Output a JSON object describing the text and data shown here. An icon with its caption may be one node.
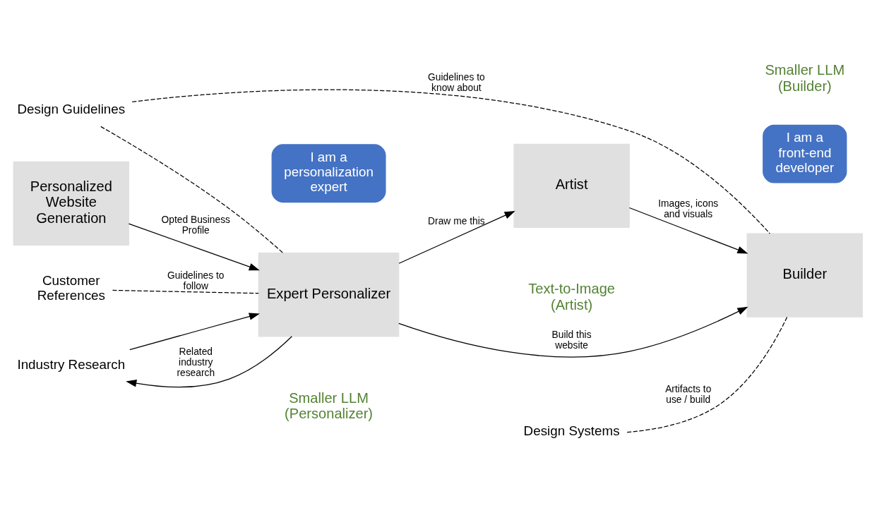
{
  "diagram": {
    "nodes": [
      {
        "text": [
          "Personalized Website Generation"
        ]
      },
      {
        "text": [
          "Expert Personalizer"
        ]
      },
      {
        "text": [
          "Industry Research"
        ]
      },
      {
        "text": [
          "Artist"
        ]
      },
      {
        "text": [
          "Builder"
        ]
      },
      {
        "text": [
          "Customer References"
        ]
      },
      {
        "text": [
          "Design Guidelines"
        ]
      },
      {
        "text": [
          "Design Systems"
        ]
      },
      {
        "text": [
          "I am a personalization expert"
        ]
      },
      {
        "text": [
          "Text-to-Image (Artist)"
        ]
      },
      {
        "text": [
          "Smaller LLM (Personalizer)"
        ]
      },
      {
        "text": [
          "I am a front-end developer"
        ]
      },
      {
        "text": [
          "Smaller LLM (Builder)"
        ]
      }
    ],
    "edges": [
      {
        "from": 0,
        "to": 1,
        "arrow": "to",
        "label": "Opted Business Profile"
      },
      {
        "from": 2,
        "to": 1,
        "arrow": "to"
      },
      {
        "from": 1,
        "to": 2,
        "arrow": "to",
        "label": "Related industry research"
      },
      {
        "from": 1,
        "to": 3,
        "arrow": "to",
        "label": "Draw me this"
      },
      {
        "from": 1,
        "to": 4,
        "arrow": "to",
        "label": "Build this website"
      },
      {
        "from": 3,
        "to": 4,
        "arrow": "to",
        "label": "Images, icons and visuals"
      },
      {
        "from": 5,
        "to": 1,
        "arrow": "none",
        "style": "dashed",
        "label": "Guidelines to follow"
      },
      {
        "from": 6,
        "to": 1,
        "arrow": "none",
        "style": "dashed"
      },
      {
        "from": 6,
        "to": 4,
        "arrow": "none",
        "style": "dashed",
        "label": "Guidelines to know about"
      },
      {
        "from": 7,
        "to": 4,
        "arrow": "none",
        "style": "dashed",
        "label": "Artifacts to use / build"
      }
    ]
  }
}
